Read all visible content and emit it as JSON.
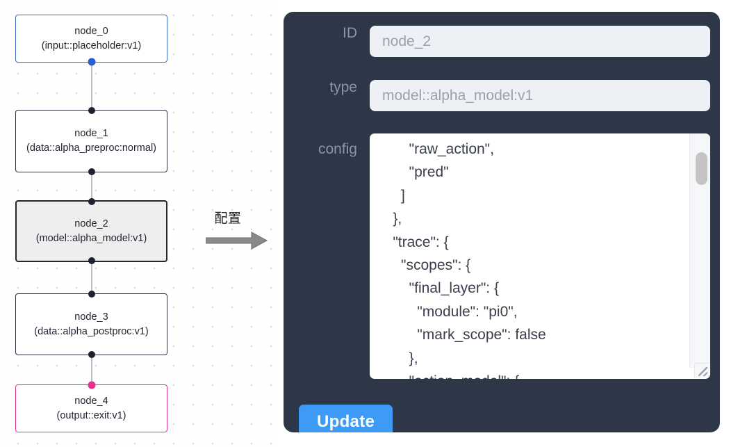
{
  "graph": {
    "nodes": [
      {
        "id": "node_0",
        "label": "node_0\n(input::placeholder:v1)",
        "style": "blue",
        "selected": false
      },
      {
        "id": "node_1",
        "label": "node_1\n(data::alpha_preproc:normal)",
        "style": "dark",
        "selected": false
      },
      {
        "id": "node_2",
        "label": "node_2\n(model::alpha_model:v1)",
        "style": "dark",
        "selected": true
      },
      {
        "id": "node_3",
        "label": "node_3\n(data::alpha_postproc:v1)",
        "style": "dark",
        "selected": false
      },
      {
        "id": "node_4",
        "label": "node_4\n(output::exit:v1)",
        "style": "pink",
        "selected": false
      }
    ],
    "edges": [
      {
        "from": "node_0",
        "to": "node_1"
      },
      {
        "from": "node_1",
        "to": "node_2"
      },
      {
        "from": "node_2",
        "to": "node_3"
      },
      {
        "from": "node_3",
        "to": "node_4"
      }
    ],
    "colors": {
      "input_accent": "#4169c9",
      "output_accent": "#e5308f",
      "default_border": "#2b2f3c",
      "selected_fill": "#eeeeee",
      "edge_line": "#b9bcc4",
      "canvas_dot": "#d2d4da"
    }
  },
  "annotation": {
    "label": "配置",
    "arrow_icon": "arrow-right-icon",
    "arrow_color": "#808080"
  },
  "inspector": {
    "panel_color": "#2e3748",
    "fields": [
      {
        "key": "id",
        "label": "ID",
        "value": "node_2"
      },
      {
        "key": "type",
        "label": "type",
        "value": "model::alpha_model:v1"
      },
      {
        "key": "config",
        "label": "config",
        "value": ""
      }
    ],
    "config_editor": {
      "text": "        \"raw_action\",\n        \"pred\"\n      ]\n    },\n    \"trace\": {\n      \"scopes\": {\n        \"final_layer\": {\n          \"module\": \"pi0\",\n          \"mark_scope\": false\n        },\n        \"action_model\": {",
      "scrollbar": "vertical-scrollbar",
      "resize_handle": "resize-grip-icon"
    },
    "update_button": {
      "label": "Update",
      "color": "#3d9bf5"
    }
  }
}
